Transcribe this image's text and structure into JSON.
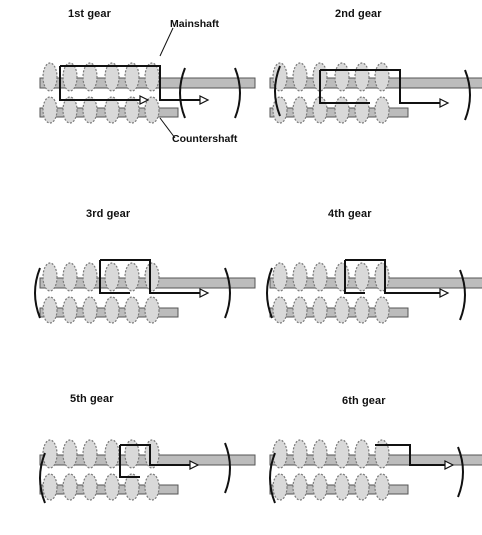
{
  "panels": [
    {
      "label": "1st gear"
    },
    {
      "label": "2nd gear"
    },
    {
      "label": "3rd gear"
    },
    {
      "label": "4th gear"
    },
    {
      "label": "5th gear"
    },
    {
      "label": "6th gear"
    }
  ],
  "callouts": {
    "mainshaft": "Mainshaft",
    "countershaft": "Countershaft"
  },
  "colors": {
    "gear_fill": "#d9d9d9",
    "gear_dark": "#7a7a7a",
    "shaft": "#bcbcbc",
    "power_path": "#111111"
  }
}
